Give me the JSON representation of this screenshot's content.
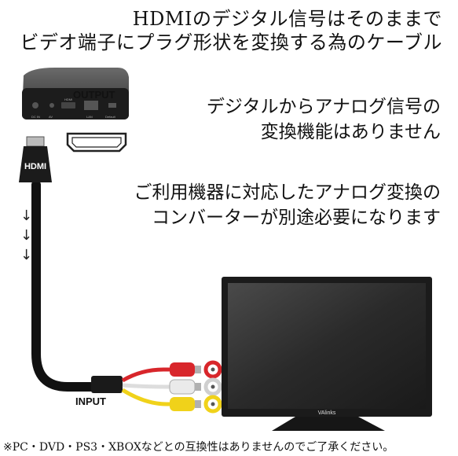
{
  "headline": {
    "line1": "HDMIのデジタル信号はそのままで",
    "line2": "ビデオ端子にプラグ形状を変換する為のケーブル"
  },
  "note1": {
    "line1": "デジタルからアナログ信号の",
    "line2": "変換機能はありません"
  },
  "note2": {
    "line1": "ご利用機器に対応したアナログ変換の",
    "line2": "コンバーターが別途必要になります"
  },
  "device": {
    "output_label": "OUTPUT",
    "port_labels": [
      "DC IN",
      "AV",
      "HDMI",
      "LAN",
      "Default"
    ]
  },
  "cable": {
    "connector_text": "HDMI",
    "input_label": "INPUT",
    "arrows": [
      "↓",
      "↓",
      "↓"
    ]
  },
  "tv": {
    "brand": "VAlinks"
  },
  "footnote": "※PC・DVD・PS3・XBOXなどとの互換性はありませんのでご了承ください。",
  "colors": {
    "rca_red": "#d8262b",
    "rca_white": "#e9e9e9",
    "rca_yellow": "#f0d21a",
    "tv_frame": "#1b1b1b"
  }
}
